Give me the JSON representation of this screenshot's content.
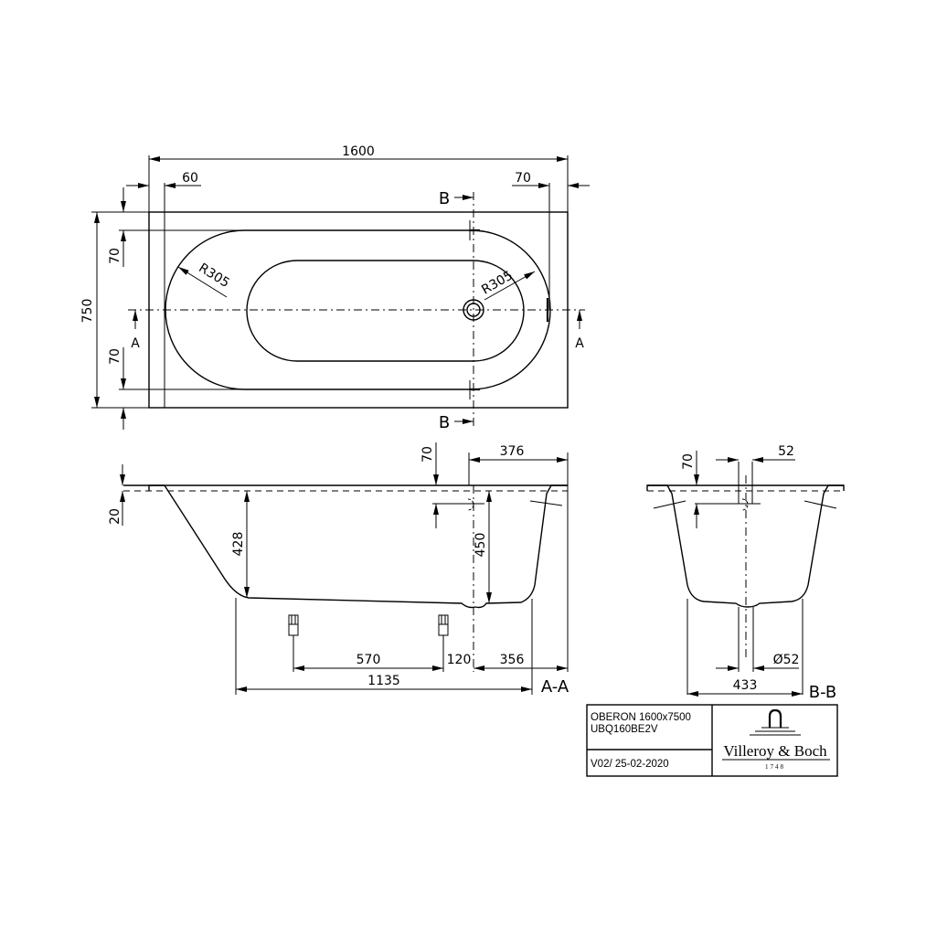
{
  "title_block": {
    "product": "OBERON 1600x7500",
    "article": "UBQ160BE2V",
    "version": "V02/ 25-02-2020",
    "brand": "Villeroy & Boch",
    "brand_year": "1748",
    "logo_icon": "villeroy-boch-fountain-logo"
  },
  "top_view": {
    "overall_length": "1600",
    "overall_width": "750",
    "left_offset": "60",
    "right_offset": "70",
    "rim_top": "70",
    "rim_bottom": "70",
    "radius_left": "R305",
    "radius_right": "R305",
    "section_a_left": "A",
    "section_a_right": "A",
    "section_b_top": "B",
    "section_b_bottom": "B"
  },
  "section_aa": {
    "label": "A-A",
    "rim_thickness": "20",
    "depth_left": "428",
    "depth_right": "450",
    "overflow_height": "70",
    "overflow_to_end": "376",
    "feet_spacing": "570",
    "drain_offset": "120",
    "drain_to_end": "356",
    "bottom_length": "1135"
  },
  "section_bb": {
    "label": "B-B",
    "overflow_height": "70",
    "overflow_width": "52",
    "drain_diameter": "Ø52",
    "bottom_width": "433"
  }
}
